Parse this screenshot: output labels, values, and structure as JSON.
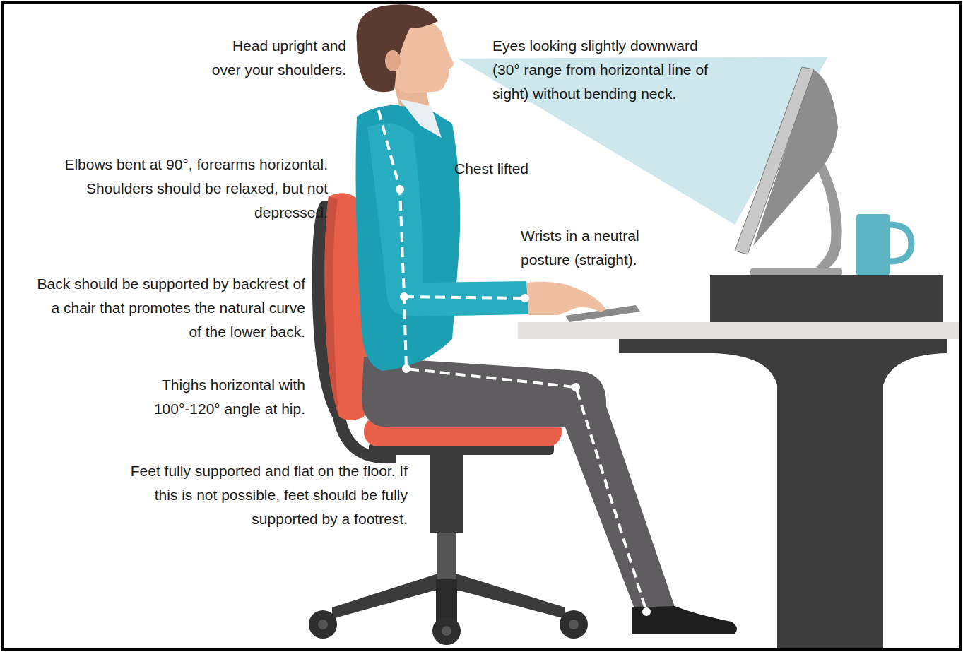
{
  "diagram": {
    "labels": [
      "Head upright and over your shoulders.",
      "Eyes looking slightly downward (30° range from horizontal line of sight) without bending neck.",
      "Elbows bent at 90°, forearms horizontal. Shoulders should be relaxed, but not depressed.",
      "Chest lifted",
      "Wrists in a neutral posture (straight).",
      "Back should be supported by backrest of a chair that promotes the natural curve of the lower back.",
      "Thighs horizontal with 100°-120° angle at hip.",
      "Feet fully supported and flat on the floor. If this is not possible, feet should be fully supported by a footrest."
    ]
  }
}
